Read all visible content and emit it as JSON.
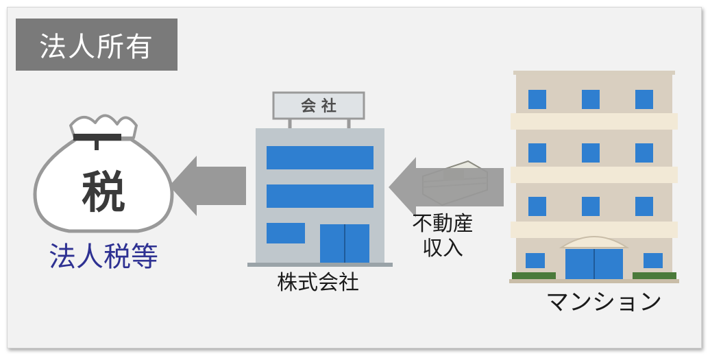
{
  "title": "法人所有",
  "labels": {
    "tax": "法人税等",
    "company": "株式会社",
    "income_line1": "不動産",
    "income_line2": "収入",
    "mansion": "マンション"
  },
  "illustrations": {
    "tax_bag_character": "税",
    "company_sign": "会 社"
  },
  "colors": {
    "title_bg": "#7a7a7a",
    "arrow": "#999999",
    "tax_label": "#2e3192",
    "window_blue": "#2f7fd0",
    "panel_bg": "#f2f2f2"
  },
  "icons": [
    "money-bag-icon",
    "office-building-icon",
    "cash-stack-icon",
    "apartment-building-icon",
    "arrow-left-icon"
  ]
}
